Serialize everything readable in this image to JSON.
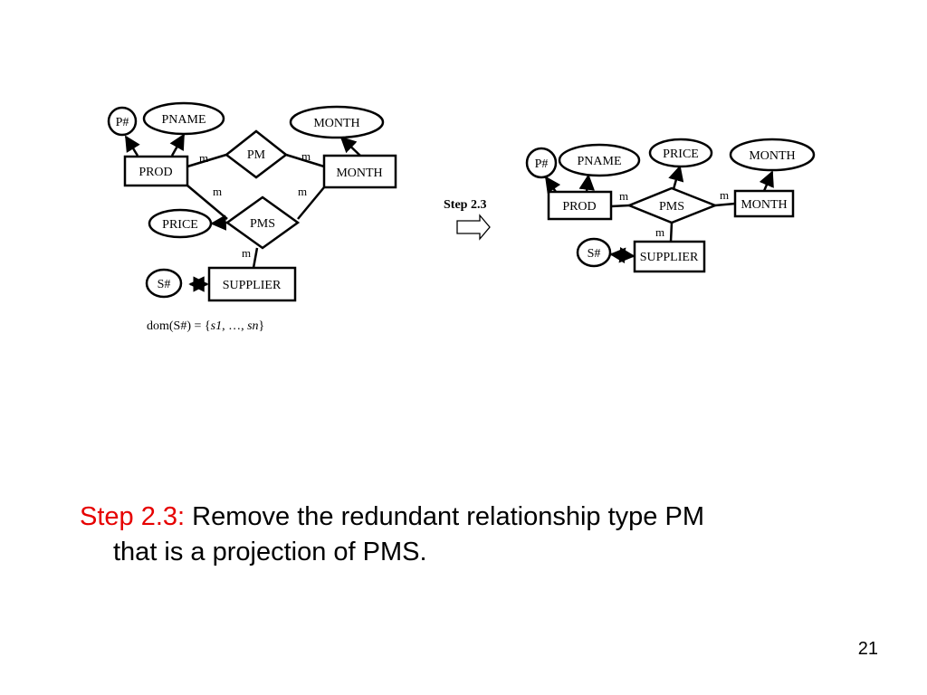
{
  "left_diagram": {
    "attributes": {
      "p_num": "P#",
      "pname": "PNAME",
      "month_attr": "MONTH",
      "price": "PRICE",
      "s_num": "S#"
    },
    "entities": {
      "prod": "PROD",
      "month": "MONTH",
      "supplier": "SUPPLIER"
    },
    "relationships": {
      "pm": "PM",
      "pms": "PMS"
    },
    "cardinalities": [
      "m",
      "m",
      "m",
      "m",
      "m"
    ],
    "domain_note": {
      "prefix": "dom(S#) = {",
      "s1": "s1",
      "middle": ", …, ",
      "sn": "sn",
      "suffix": "}"
    }
  },
  "transition": {
    "label": "Step 2.3",
    "arrow_icon": "hollow-right-arrow-icon"
  },
  "right_diagram": {
    "attributes": {
      "p_num": "P#",
      "pname": "PNAME",
      "price": "PRICE",
      "month_attr": "MONTH",
      "s_num": "S#"
    },
    "entities": {
      "prod": "PROD",
      "month": "MONTH",
      "supplier": "SUPPLIER"
    },
    "relationships": {
      "pms": "PMS"
    },
    "cardinalities": [
      "m",
      "m",
      "m"
    ]
  },
  "caption": {
    "step_label": "Step 2.3:",
    "text_line1": " Remove the redundant relationship type PM",
    "text_line2": "that is a projection of PMS."
  },
  "slide_number": "21"
}
